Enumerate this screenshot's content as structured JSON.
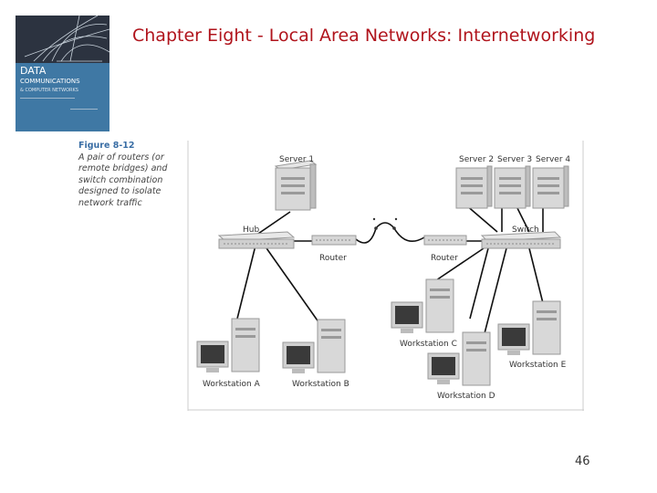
{
  "slide": {
    "title": "Chapter Eight - Local Area Networks: Internetworking",
    "page_number": "46"
  },
  "book_cover": {
    "line1": "DATA",
    "line2": "COMMUNICATIONS",
    "line3": "& COMPUTER NETWORKS"
  },
  "figure": {
    "number": "Figure 8-12",
    "caption": "A pair of routers (or remote bridges) and switch combination designed to isolate network traffic",
    "labels": {
      "server1": "Server 1",
      "server2": "Server 2",
      "server3": "Server 3",
      "server4": "Server 4",
      "hub": "Hub",
      "switch": "Switch",
      "router_left": "Router",
      "router_right": "Router",
      "ws_a": "Workstation A",
      "ws_b": "Workstation B",
      "ws_c": "Workstation C",
      "ws_d": "Workstation D",
      "ws_e": "Workstation E"
    }
  },
  "colors": {
    "title": "#b0141c",
    "figure_number": "#3a6ea5",
    "book_background": "#3f78a4"
  }
}
